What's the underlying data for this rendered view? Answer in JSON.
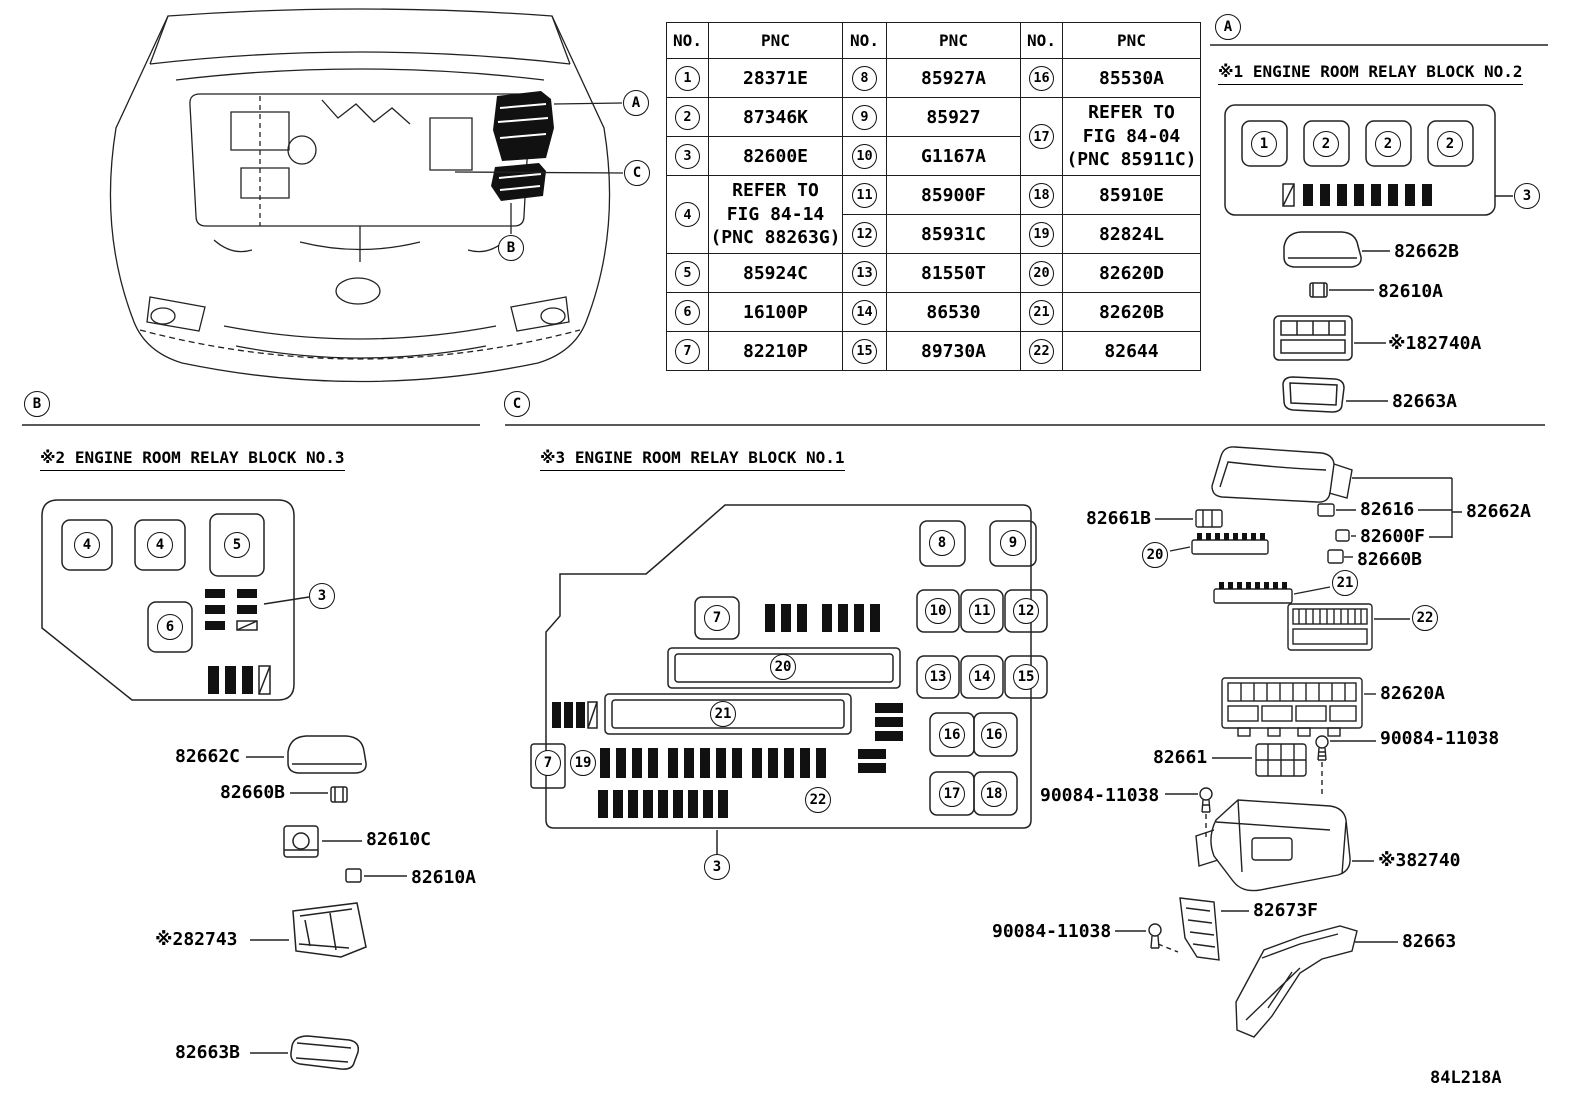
{
  "figure_code": "84L218A",
  "nums": {
    "1": "1",
    "2": "2",
    "3": "3",
    "4": "4",
    "5": "5",
    "6": "6",
    "7": "7",
    "8": "8",
    "9": "9",
    "10": "10",
    "11": "11",
    "12": "12",
    "13": "13",
    "14": "14",
    "15": "15",
    "16": "16",
    "17": "17",
    "18": "18",
    "19": "19",
    "20": "20",
    "21": "21",
    "22": "22",
    "A": "A",
    "B": "B",
    "C": "C"
  },
  "table": {
    "no_header": "NO.",
    "pnc_header": "PNC",
    "pnc": {
      "1": "28371E",
      "2": "87346K",
      "3": "82600E",
      "4": "REFER TO\nFIG 84-14\n(PNC 88263G)",
      "5": "85924C",
      "6": "16100P",
      "7": "82210P",
      "8": "85927A",
      "9": "85927",
      "10": "G1167A",
      "11": "85900F",
      "12": "85931C",
      "13": "81550T",
      "14": "86530",
      "15": "89730A",
      "16": "85530A",
      "17": "REFER TO\nFIG 84-04\n(PNC 85911C)",
      "18": "85910E",
      "19": "82824L",
      "20": "82620D",
      "21": "82620B",
      "22": "82644"
    }
  },
  "sections": {
    "a": {
      "title": "※1 ENGINE ROOM RELAY BLOCK NO.2"
    },
    "b": {
      "title": "※2 ENGINE ROOM RELAY BLOCK NO.3"
    },
    "c": {
      "title": "※3 ENGINE ROOM RELAY BLOCK NO.1"
    }
  },
  "labels": {
    "a_82662B": "82662B",
    "a_82610A": "82610A",
    "a_82740A": "※182740A",
    "a_82663A": "82663A",
    "b_82662C": "82662C",
    "b_82660B": "82660B",
    "b_82610C": "82610C",
    "b_82610A": "82610A",
    "b_82743": "※282743",
    "b_82663B": "82663B",
    "c_82661B": "82661B",
    "c_82616": "82616",
    "c_82662A": "82662A",
    "c_82600F": "82600F",
    "c_82660B": "82660B",
    "c_82620A": "82620A",
    "c_screw_top": "90084-11038",
    "c_82661": "82661",
    "c_screw_mid": "90084-11038",
    "c_82740": "※382740",
    "c_82673F": "82673F",
    "c_screw_bottom": "90084-11038",
    "c_82663": "82663"
  }
}
